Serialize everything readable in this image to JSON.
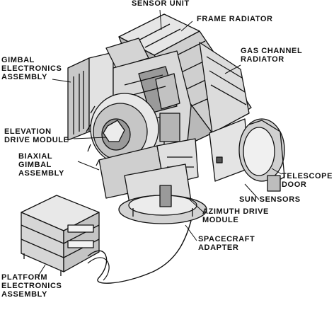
{
  "labels": {
    "sensor_unit": [
      "SENSOR UNIT"
    ],
    "frame_radiator": [
      "FRAME RADIATOR"
    ],
    "gas_channel_radiator": [
      "GAS CHANNEL",
      "RADIATOR"
    ],
    "gimbal_electronics_assembly": [
      "GIMBAL",
      "ELECTRONICS",
      "ASSEMBLY"
    ],
    "elevation_drive_module": [
      "ELEVATION",
      "DRIVE MODULE"
    ],
    "biaxial_gimbal_assembly": [
      "BIAXIAL",
      "GIMBAL",
      "ASSEMBLY"
    ],
    "telescope_door": [
      "TELESCOPE",
      "DOOR"
    ],
    "sun_sensors": [
      "SUN SENSORS"
    ],
    "azimuth_drive_module": [
      "AZIMUTH DRIVE",
      "MODULE"
    ],
    "spacecraft_adapter": [
      "SPACECRAFT",
      "ADAPTER"
    ],
    "platform_electronics_assembly": [
      "PLATFORM",
      "ELECTRONICS",
      "ASSEMBLY"
    ]
  },
  "colors": {
    "ink": "#111111",
    "shade": "#9a9a9a",
    "background": "#ffffff"
  }
}
